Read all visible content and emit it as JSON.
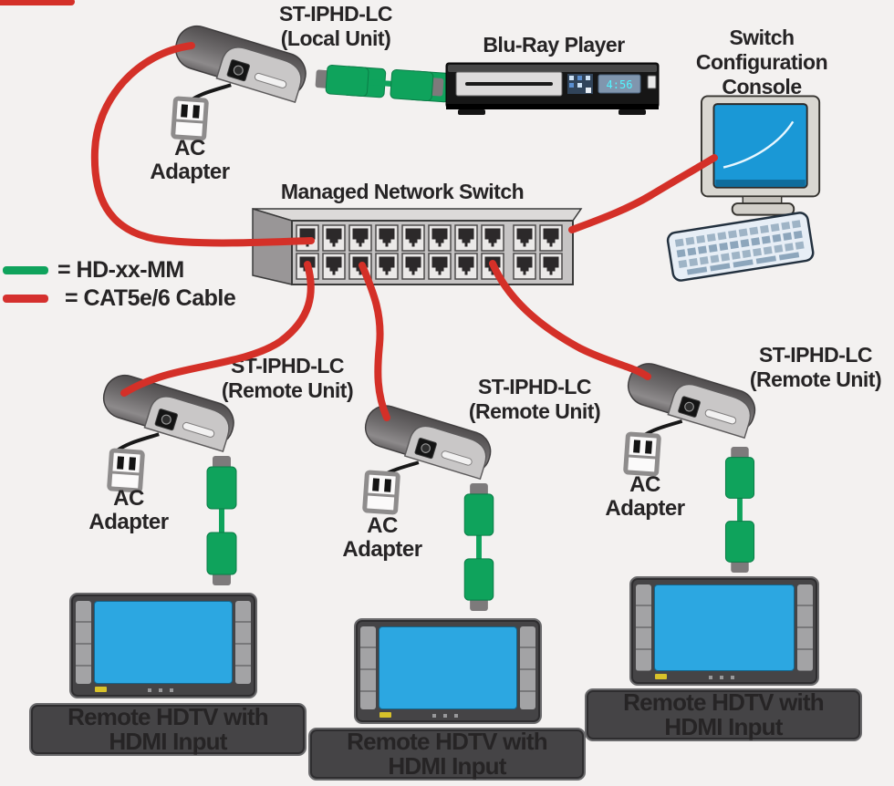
{
  "colors": {
    "background": "#f3f1f0",
    "cable_red": "#d43028",
    "cable_green": "#0fa35c",
    "tv_screen_blue": "#2ca7e1",
    "monitor_screen_blue": "#1a98d6",
    "label_text": "#262425"
  },
  "legend": {
    "items": [
      {
        "swatch": "green",
        "label": "= HD-xx-MM"
      },
      {
        "swatch": "red",
        "label": "= CAT5e/6 Cable"
      }
    ]
  },
  "local_unit": {
    "name_line": "ST-IPHD-LC",
    "type_line": "(Local Unit)",
    "ac": {
      "line1": "AC",
      "line2": "Adapter"
    }
  },
  "bluray": {
    "label": "Blu-Ray Player",
    "lcd": "4:56"
  },
  "console": {
    "lines": [
      "Switch",
      "Configuration",
      "Console"
    ]
  },
  "network_switch": {
    "label": "Managed Network Switch",
    "port_rows": 2,
    "ports_per_row": 10
  },
  "remote_units": [
    {
      "name_line": "ST-IPHD-LC",
      "type_line": "(Remote Unit)",
      "ac": {
        "line1": "AC",
        "line2": "Adapter"
      },
      "tv": {
        "line1": "Remote HDTV with",
        "line2": "HDMI Input"
      }
    },
    {
      "name_line": "ST-IPHD-LC",
      "type_line": "(Remote Unit)",
      "ac": {
        "line1": "AC",
        "line2": "Adapter"
      },
      "tv": {
        "line1": "Remote HDTV with",
        "line2": "HDMI Input"
      }
    },
    {
      "name_line": "ST-IPHD-LC",
      "type_line": "(Remote Unit)",
      "ac": {
        "line1": "AC",
        "line2": "Adapter"
      },
      "tv": {
        "line1": "Remote HDTV with",
        "line2": "HDMI Input"
      }
    }
  ]
}
